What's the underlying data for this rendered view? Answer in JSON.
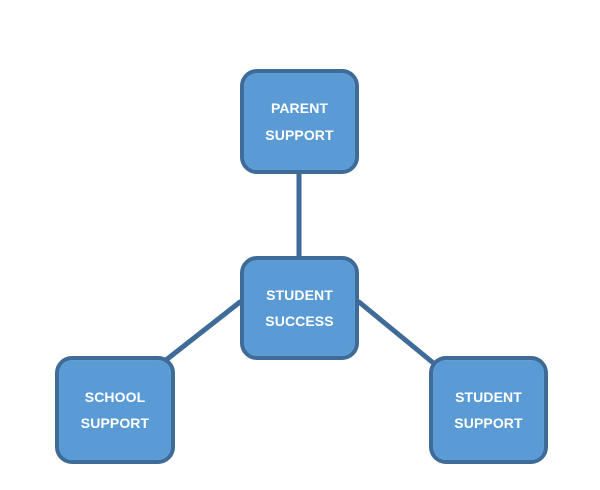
{
  "colors": {
    "node_fill": "#5b9bd5",
    "node_border": "#3f6b98",
    "connector": "#3f6b98",
    "text": "#ffffff"
  },
  "nodes": {
    "parent_support": {
      "line1": "PARENT",
      "line2": "SUPPORT"
    },
    "student_success": {
      "line1": "STUDENT",
      "line2": "SUCCESS"
    },
    "school_support": {
      "line1": "SCHOOL",
      "line2": "SUPPORT"
    },
    "student_support": {
      "line1": "STUDENT",
      "line2": "SUPPORT"
    }
  }
}
